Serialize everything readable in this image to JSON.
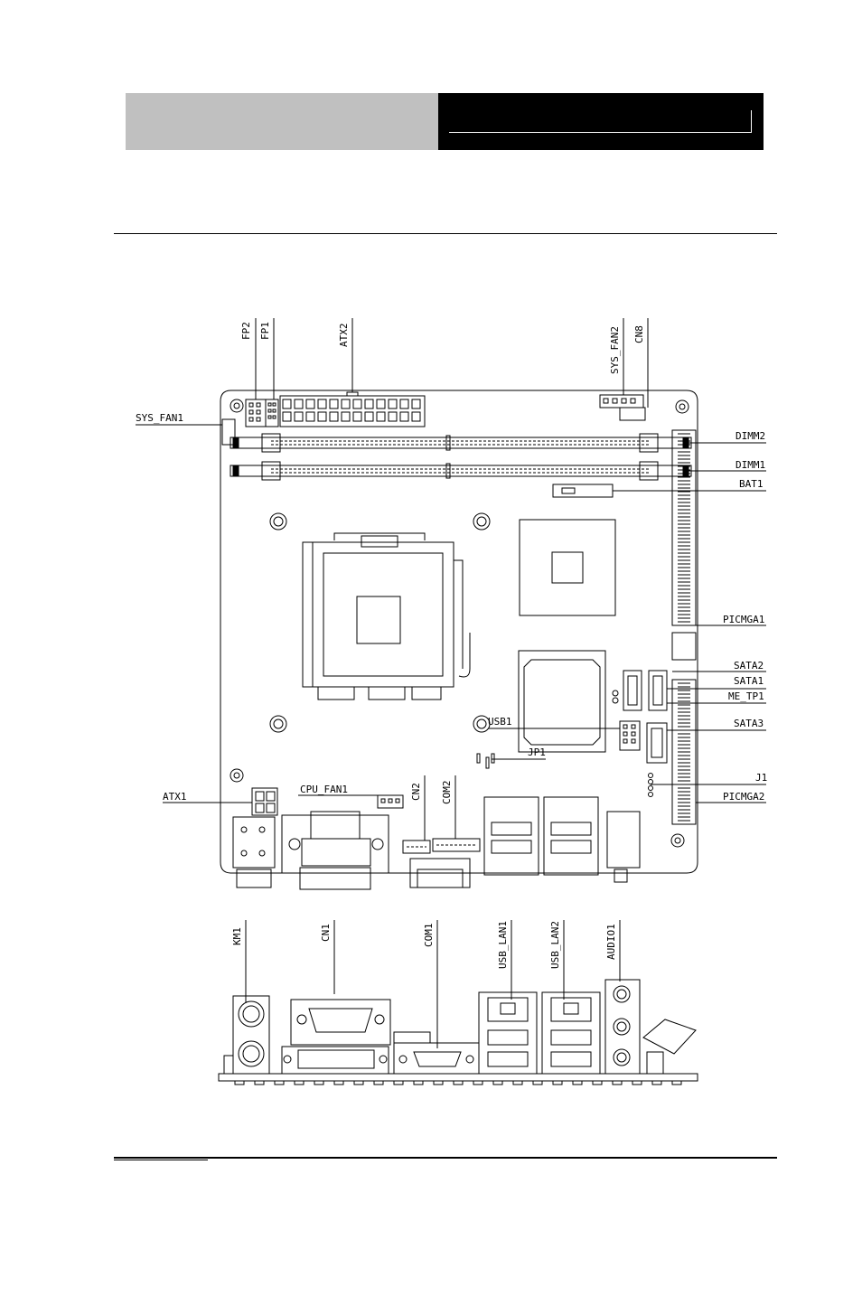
{
  "labels": {
    "fp2": "FP2",
    "fp1": "FP1",
    "atx2": "ATX2",
    "sys_fan2": "SYS_FAN2",
    "cn8": "CN8",
    "sys_fan1": "SYS_FAN1",
    "dimm2": "DIMM2",
    "dimm1": "DIMM1",
    "bat1": "BAT1",
    "picmga1": "PICMGA1",
    "sata2": "SATA2",
    "sata1": "SATA1",
    "me_tp1": "ME_TP1",
    "sata3": "SATA3",
    "usb1": "USB1",
    "jp1": "JP1",
    "j1": "J1",
    "picmga2": "PICMGA2",
    "atx1": "ATX1",
    "cpu_fan1": "CPU_FAN1",
    "cn2": "CN2",
    "com2": "COM2",
    "km1": "KM1",
    "cn1": "CN1",
    "com1": "COM1",
    "usb_lan1": "USB_LAN1",
    "usb_lan2": "USB_LAN2",
    "audio1": "AUDIO1"
  }
}
